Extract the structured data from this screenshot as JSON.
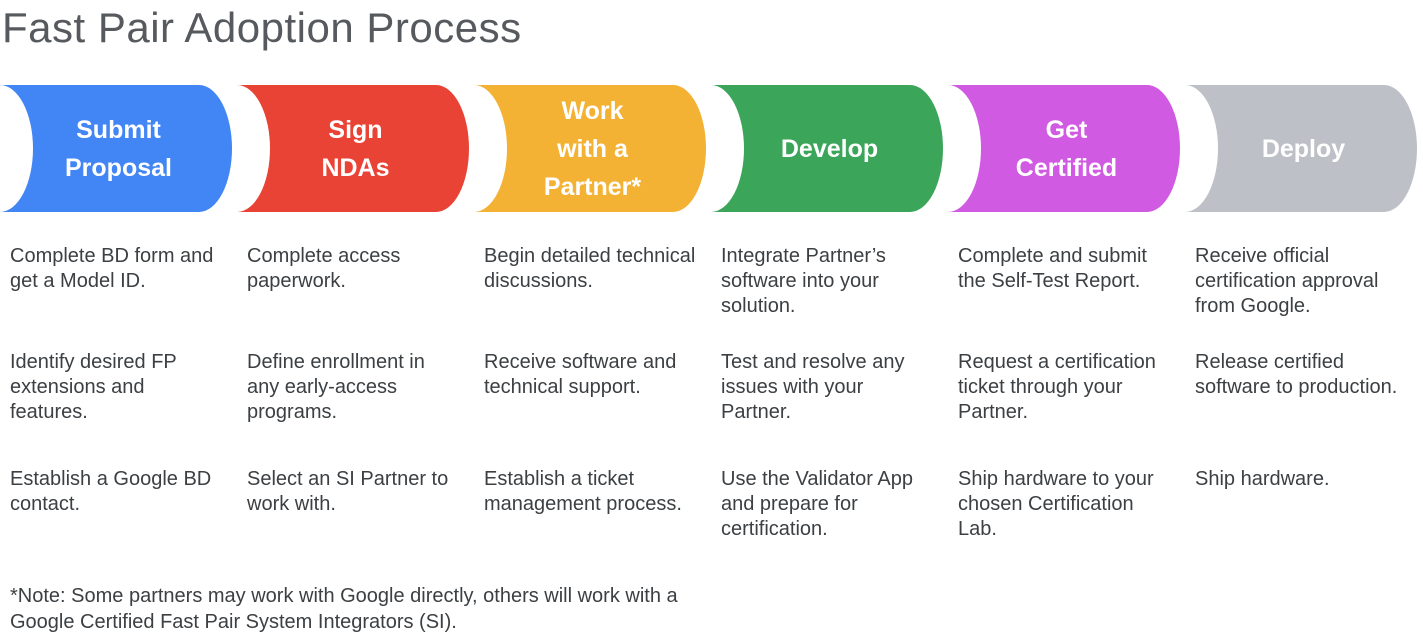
{
  "title": "Fast Pair Adoption Process",
  "footnote": "*Note: Some partners may work with Google directly, others will work with a Google Certified Fast Pair System Integrators (SI).",
  "steps": [
    {
      "label": "Submit\nProposal",
      "color": "#4285F4",
      "tasks": [
        "Complete BD form and get a Model ID.",
        "Identify desired FP extensions and features.",
        "Establish a Google BD contact."
      ]
    },
    {
      "label": "Sign\nNDAs",
      "color": "#E94335",
      "tasks": [
        "Complete access paperwork.",
        "Define enrollment in any early-access programs.",
        "Select an SI Partner to work with."
      ]
    },
    {
      "label": "Work\nwith a\nPartner*",
      "color": "#F4B234",
      "tasks": [
        "Begin detailed technical discussions.",
        "Receive software and technical support.",
        "Establish a ticket management process."
      ]
    },
    {
      "label": "Develop",
      "color": "#3BA55A",
      "tasks": [
        "Integrate Partner’s software into your solution.",
        "Test and resolve any issues with your Partner.",
        "Use the Validator App and prepare for certification."
      ]
    },
    {
      "label": "Get\nCertified",
      "color": "#D05BE2",
      "tasks": [
        "Complete and submit the Self-Test Report.",
        "Request a certification ticket through your Partner.",
        "Ship hardware to your chosen Certification Lab."
      ]
    },
    {
      "label": "Deploy",
      "color": "#BDC0C6",
      "tasks": [
        "Receive official certification approval from Google.",
        "Release certified software to production.",
        "Ship hardware."
      ]
    }
  ]
}
